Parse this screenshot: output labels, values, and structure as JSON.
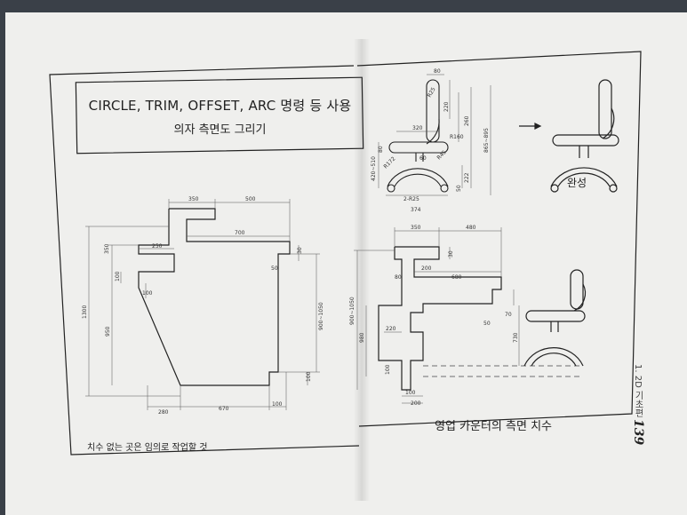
{
  "title": {
    "line1": "CIRCLE, TRIM, OFFSET, ARC 명령 등 사용",
    "line2": "의자 측면도 그리기"
  },
  "note": "치수 없는 곳은 임의로 작업할 것",
  "caption_right": "영업 카운터의 측면 치수",
  "complete_label": "완성",
  "running_head": "1. 2D 기초편",
  "page_number": "139",
  "left_drawing_dims": {
    "top_350": "350",
    "top_500": "500",
    "mid_700": "700",
    "left_250": "250",
    "v_30": "30",
    "v_50": "50",
    "v_350": "350",
    "v_1300": "1300",
    "v_950": "950",
    "v_100a": "100",
    "v_100b": "100",
    "v_900_1050": "900~1050",
    "v_100c": "100",
    "bot_280": "280",
    "bot_670": "670",
    "bot_100": "100"
  },
  "right_drawing_dims": {
    "top_350": "350",
    "top_480": "480",
    "d_200": "200",
    "d_680": "680",
    "d_80": "80",
    "d_30": "30",
    "d_70": "70",
    "d_50": "50",
    "d_220": "220",
    "d_900_1050": "900~1050",
    "d_980": "980",
    "d_730": "730",
    "d_100a": "100",
    "d_100b": "100",
    "d_200b": "200"
  },
  "chair_dims": {
    "d_80": "80",
    "d_220": "220",
    "d_260": "260",
    "d_865_895": "865~895",
    "d_320": "320",
    "d_R160": "R160",
    "d_R25": "R25",
    "d_80b": "80",
    "d_60": "60",
    "d_R45": "R45",
    "d_420_510": "420~510",
    "d_R172": "R172",
    "d_2R25": "2-R25",
    "d_374": "374",
    "d_222": "222",
    "d_50": "50"
  },
  "colors": {
    "page": "#efefed",
    "ink": "#222222",
    "background": "#3a4048"
  },
  "icons": {
    "arrow": "right-arrow-icon"
  }
}
